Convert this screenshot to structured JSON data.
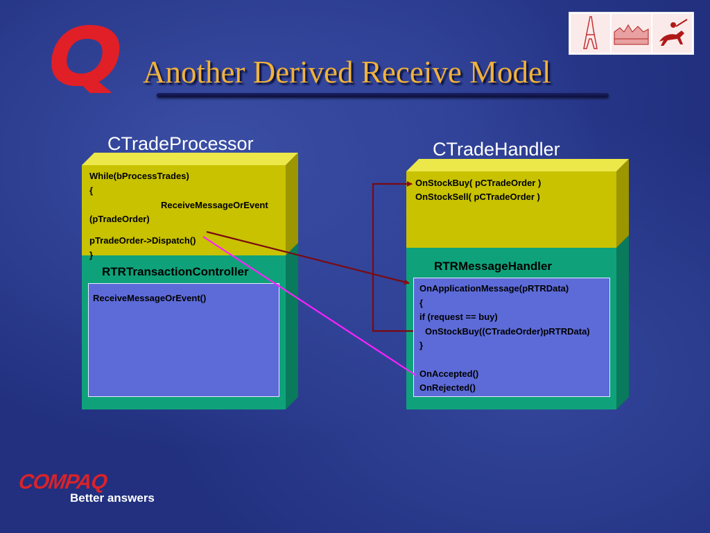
{
  "slide": {
    "title": "Another Derived Receive Model"
  },
  "processor": {
    "name": "CTradeProcessor",
    "code": [
      "While(bProcessTrades)",
      "{",
      "ReceiveMessageOrEvent",
      "(pTradeOrder)",
      "pTradeOrder->Dispatch()",
      "}"
    ],
    "controller_label": "RTRTransactionController",
    "controller_code": [
      "ReceiveMessageOrEvent()"
    ]
  },
  "handler": {
    "name": "CTradeHandler",
    "code": [
      "OnStockBuy( pCTradeOrder )",
      "OnStockSell( pCTradeOrder )"
    ],
    "message_handler_label": "RTRMessageHandler",
    "message_code": [
      "OnApplicationMessage(pRTRData)",
      "{",
      "if (request == buy)",
      "OnStockBuy((CTradeOrder)pRTRData)",
      "}",
      "",
      "OnAccepted()",
      "OnRejected()"
    ]
  },
  "branding": {
    "logo_word": "COMPAQ",
    "tagline": "Better answers"
  },
  "colors": {
    "yellow_box": "#c8c200",
    "green_box": "#0fa27a",
    "arrow_dark_red": "#7a0a12",
    "arrow_magenta": "#ff20ff",
    "title_gold": "#f0b23a",
    "logo_red": "#e11f26"
  }
}
